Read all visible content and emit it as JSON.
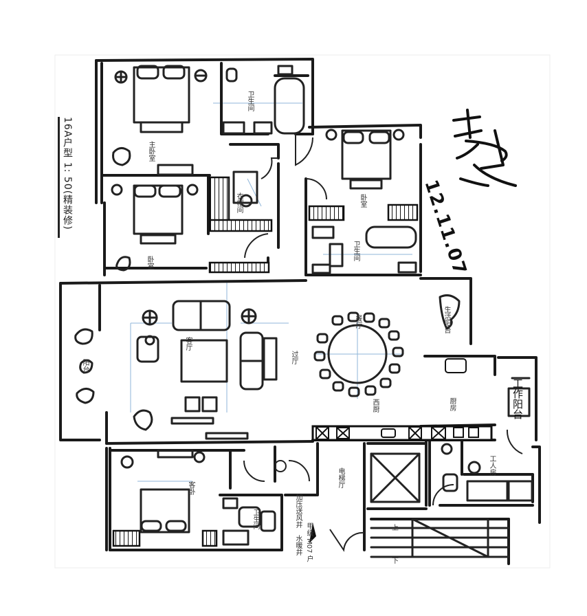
{
  "plan": {
    "title": "16A户型 1: 50(精装修)",
    "signature_date": "12.11.07"
  },
  "rooms": {
    "master_bedroom": "主卧室",
    "bathroom_top": "卫生间",
    "walk_in_closet": "衣帽间",
    "bedroom_right": "卧室",
    "bathroom_right": "卫生间",
    "bedroom_left": "卧室",
    "living_room": "客厅",
    "corridor": "过厅",
    "dining_room": "餐厅",
    "western_kitchen": "西厨",
    "balcony_right": "生活阳台",
    "balcony_left": "阳台",
    "kitchen": "厨房",
    "work_balcony": "工作阳台",
    "servant_room": "工人房",
    "elevator_hall": "电梯厅",
    "guest_bedroom": "客卧",
    "bathroom_bottom": "卫生间",
    "pressurized_shaft": "加压送风井",
    "water_shaft": "水暖井",
    "fire_door": "甲级 M07 户",
    "stair_up": "上",
    "stair_down": "下"
  },
  "colors": {
    "ink": "#1a1a1a",
    "furniture_ink": "#222222",
    "guide_blue": "#8fb6d9"
  }
}
